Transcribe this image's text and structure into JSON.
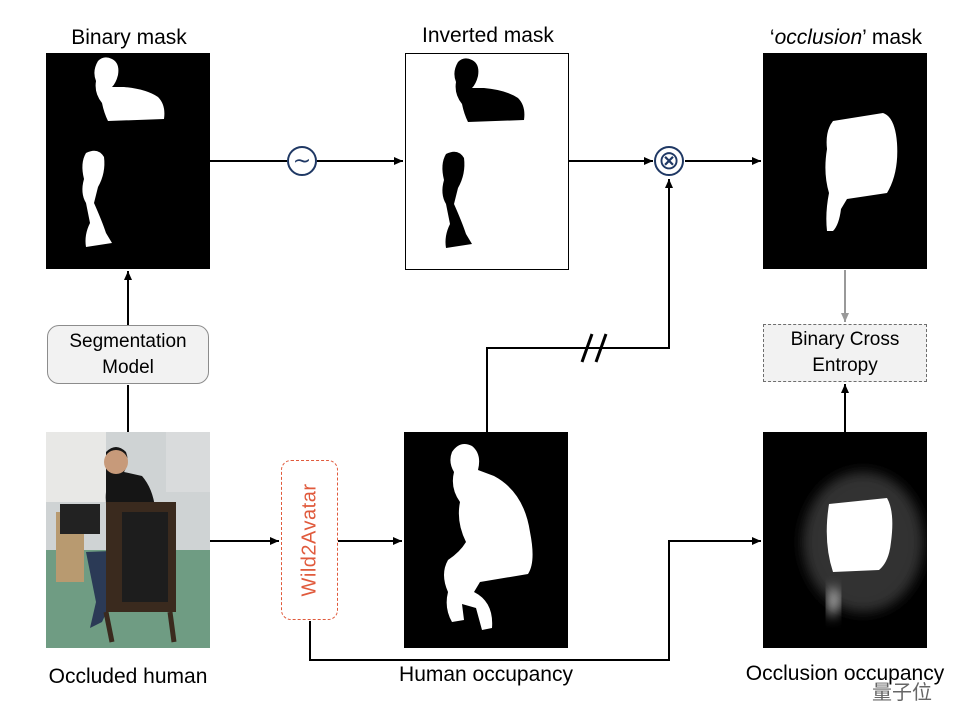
{
  "labels": {
    "binary_mask": "Binary mask",
    "inverted_mask": "Inverted mask",
    "occlusion_mask_open": "‘",
    "occlusion_mask_word": "occlusion",
    "occlusion_mask_close": "’ mask",
    "occluded_human": "Occluded human",
    "human_occupancy": "Human occupancy",
    "occlusion_occupancy": "Occlusion occupancy"
  },
  "boxes": {
    "segmentation_line1": "Segmentation",
    "segmentation_line2": "Model",
    "bce_line1": "Binary Cross",
    "bce_line2": "Entropy",
    "wild2avatar": "Wild2Avatar"
  },
  "operators": {
    "invert": "~",
    "multiply": "⊗"
  },
  "watermark": "量子位",
  "colors": {
    "operator_stroke": "#1f3864",
    "wild2avatar": "#e05a3c",
    "box_fill": "#f2f2f2",
    "arrow": "#000000",
    "arrow_gray": "#999999"
  }
}
